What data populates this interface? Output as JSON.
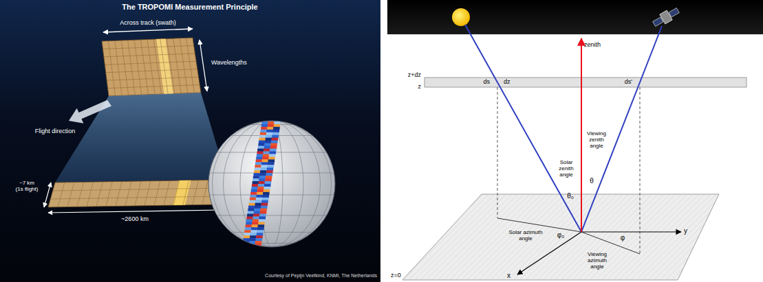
{
  "diagram": {
    "title": "The TROPOMI Measurement Principle",
    "labels": [
      "Across track (swath)",
      "Wavelengths",
      "Flight direction",
      "~7 km (1s flight)",
      "~2600 km",
      "Courtesy of Pepijn Veefkind, KNMI, The Netherlands",
      "zenith",
      "z+dz",
      "z",
      "ds",
      "dz",
      "ds'",
      "Viewing zenith angle",
      "θ",
      "Solar zenith angle",
      "θ₀",
      "Solar azimuth angle",
      "φ₀",
      "φ",
      "Viewing azimuth angle",
      "y",
      "x",
      "z=0"
    ]
  }
}
